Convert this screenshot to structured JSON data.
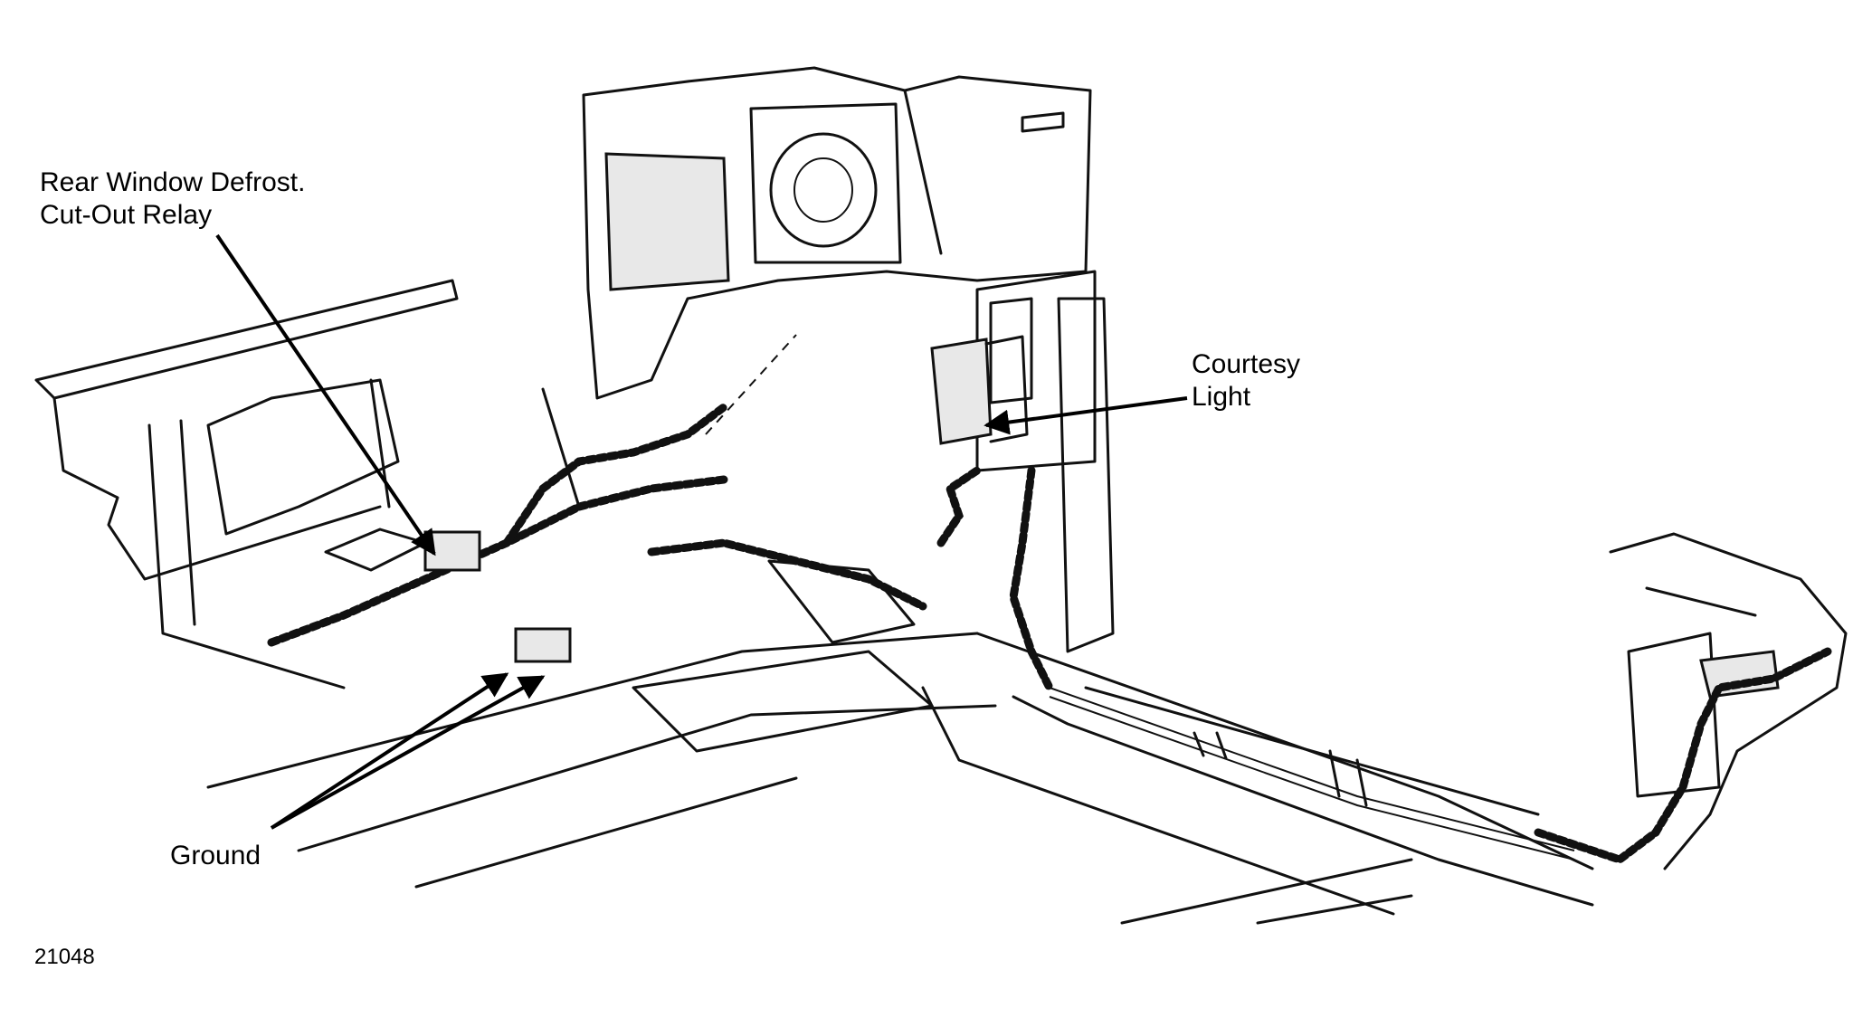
{
  "labels": {
    "relay_line1": "Rear Window Defrost.",
    "relay_line2": "Cut-Out Relay",
    "courtesy_line1": "Courtesy",
    "courtesy_line2": "Light",
    "ground": "Ground"
  },
  "figure_number": "21048"
}
